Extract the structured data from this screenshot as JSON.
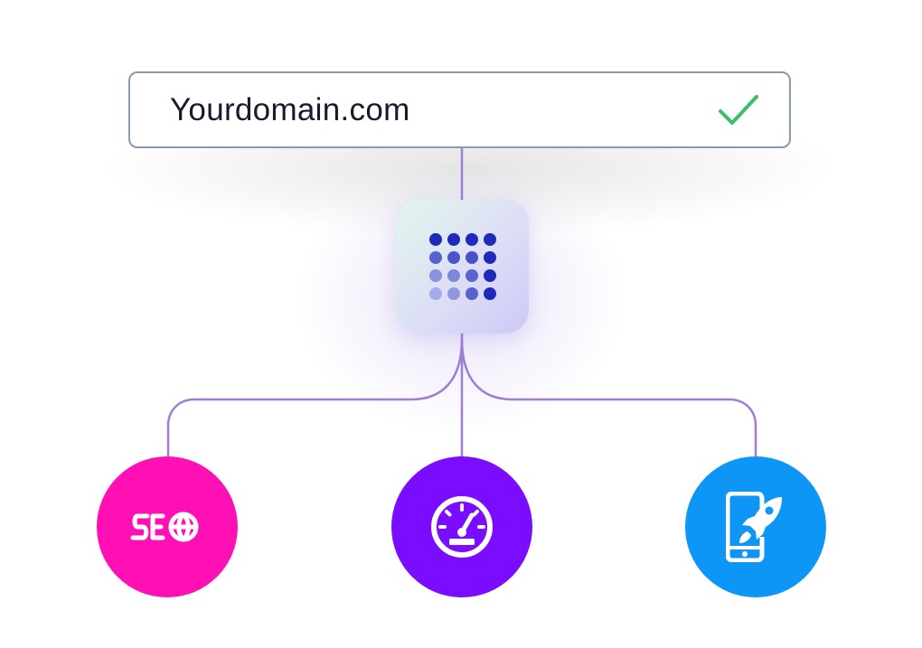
{
  "domain": {
    "value": "Yourdomain.com",
    "check_icon": "checkmark-icon",
    "check_color": "#3dbb6e"
  },
  "hub": {
    "icon": "dot-grid-logo-icon",
    "dot_colors": [
      "#1f2bb8",
      "#1f2bb8",
      "#1f2bb8",
      "#1f2bb8",
      "#5561cc",
      "#4a55c6",
      "#4752c6",
      "#1f2bb8",
      "#8a92dc",
      "#7d86d8",
      "#5a64cc",
      "#1f2bb8",
      "#a6acea",
      "#8f97e0",
      "#5661cc",
      "#1f2bb8"
    ]
  },
  "connector_color": "#9f7ed8",
  "services": [
    {
      "name": "seo",
      "icon": "seo-globe-icon",
      "color": "#ff10b4"
    },
    {
      "name": "speed",
      "icon": "speedometer-icon",
      "color": "#7a0cff"
    },
    {
      "name": "mobile",
      "icon": "mobile-rocket-icon",
      "color": "#0e96f7"
    }
  ]
}
